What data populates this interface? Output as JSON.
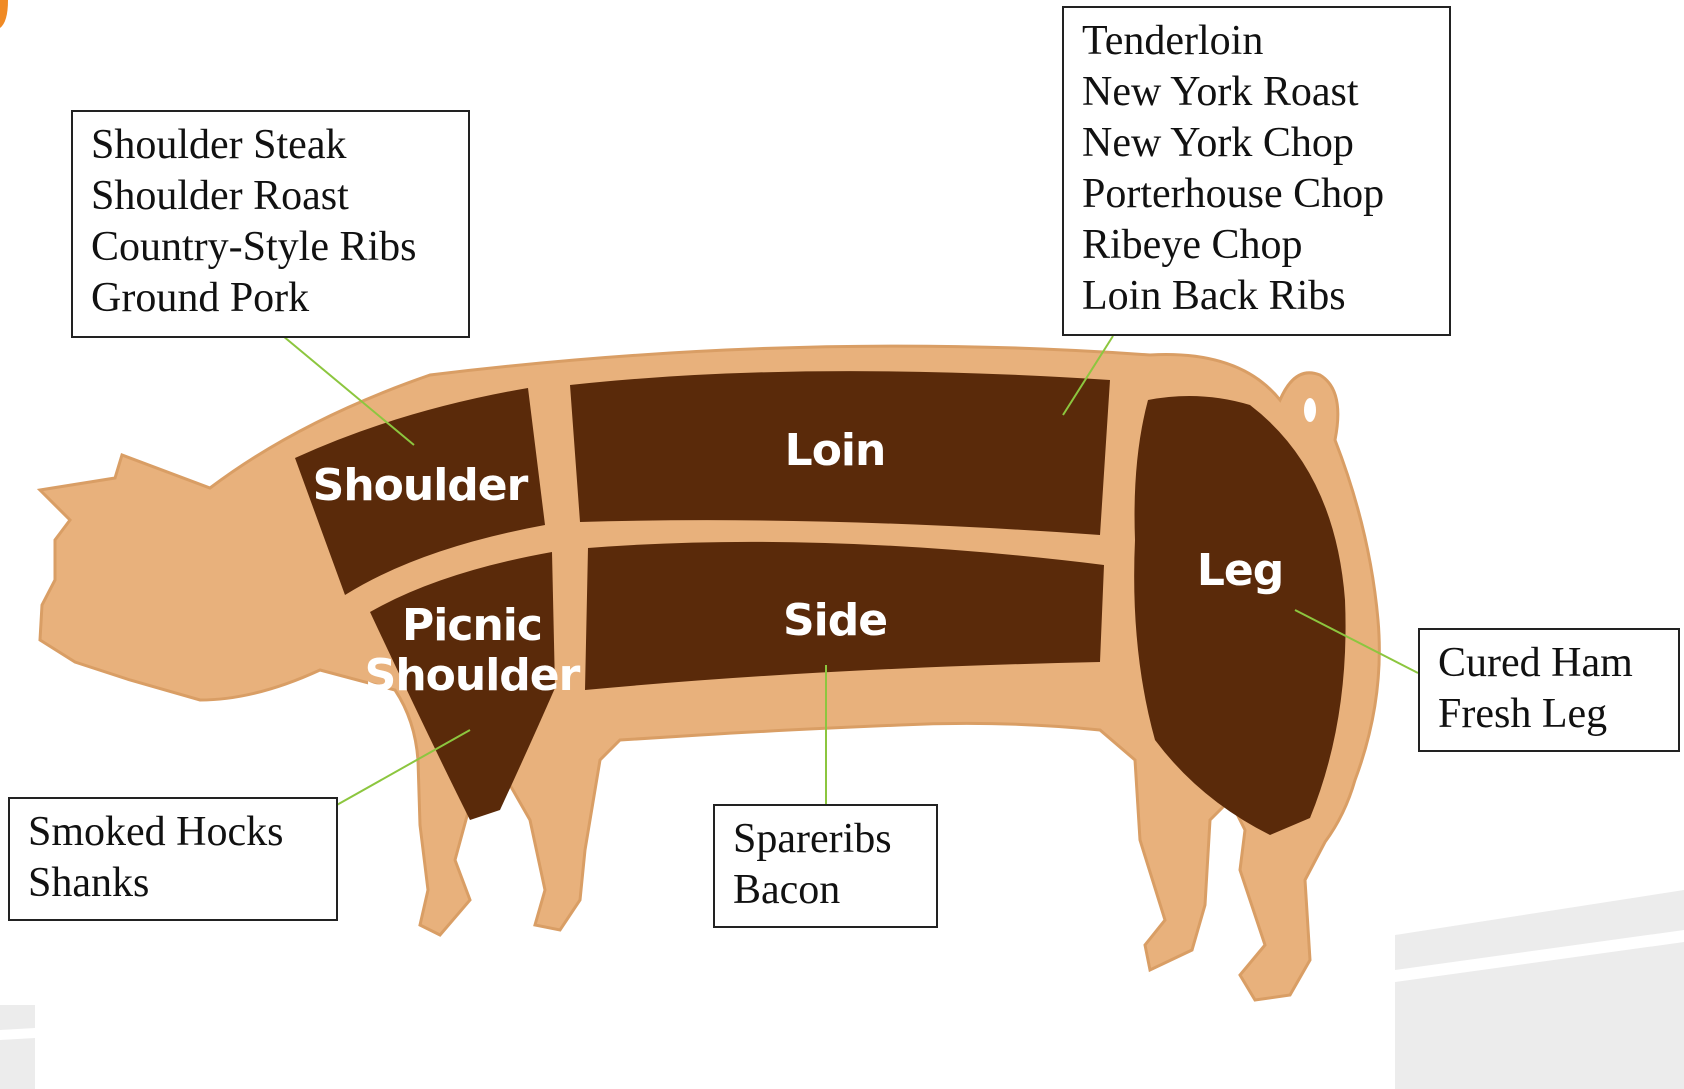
{
  "diagram": {
    "cuts": [
      {
        "name": "shoulder",
        "label_lines": [
          "Shoulder"
        ]
      },
      {
        "name": "loin",
        "label_lines": [
          "Loin"
        ]
      },
      {
        "name": "picnic-shoulder",
        "label_lines": [
          "Picnic",
          "Shoulder"
        ]
      },
      {
        "name": "side",
        "label_lines": [
          "Side"
        ]
      },
      {
        "name": "leg",
        "label_lines": [
          "Leg"
        ]
      }
    ],
    "callouts": {
      "shoulder": [
        "Shoulder Steak",
        "Shoulder Roast",
        "Country-Style Ribs",
        "Ground Pork"
      ],
      "loin": [
        "Tenderloin",
        "New York Roast",
        "New York Chop",
        "Porterhouse Chop",
        "Ribeye Chop",
        "Loin Back Ribs"
      ],
      "leg": [
        "Cured Ham",
        "Fresh Leg"
      ],
      "picnic_shoulder": [
        "Smoked Hocks",
        "Shanks"
      ],
      "side": [
        "Spareribs",
        "Bacon"
      ]
    },
    "colors": {
      "body": "#e8b17c",
      "cut": "#5a2a0a",
      "leader_line": "#8cc63f",
      "accent": "#f08a24"
    }
  }
}
